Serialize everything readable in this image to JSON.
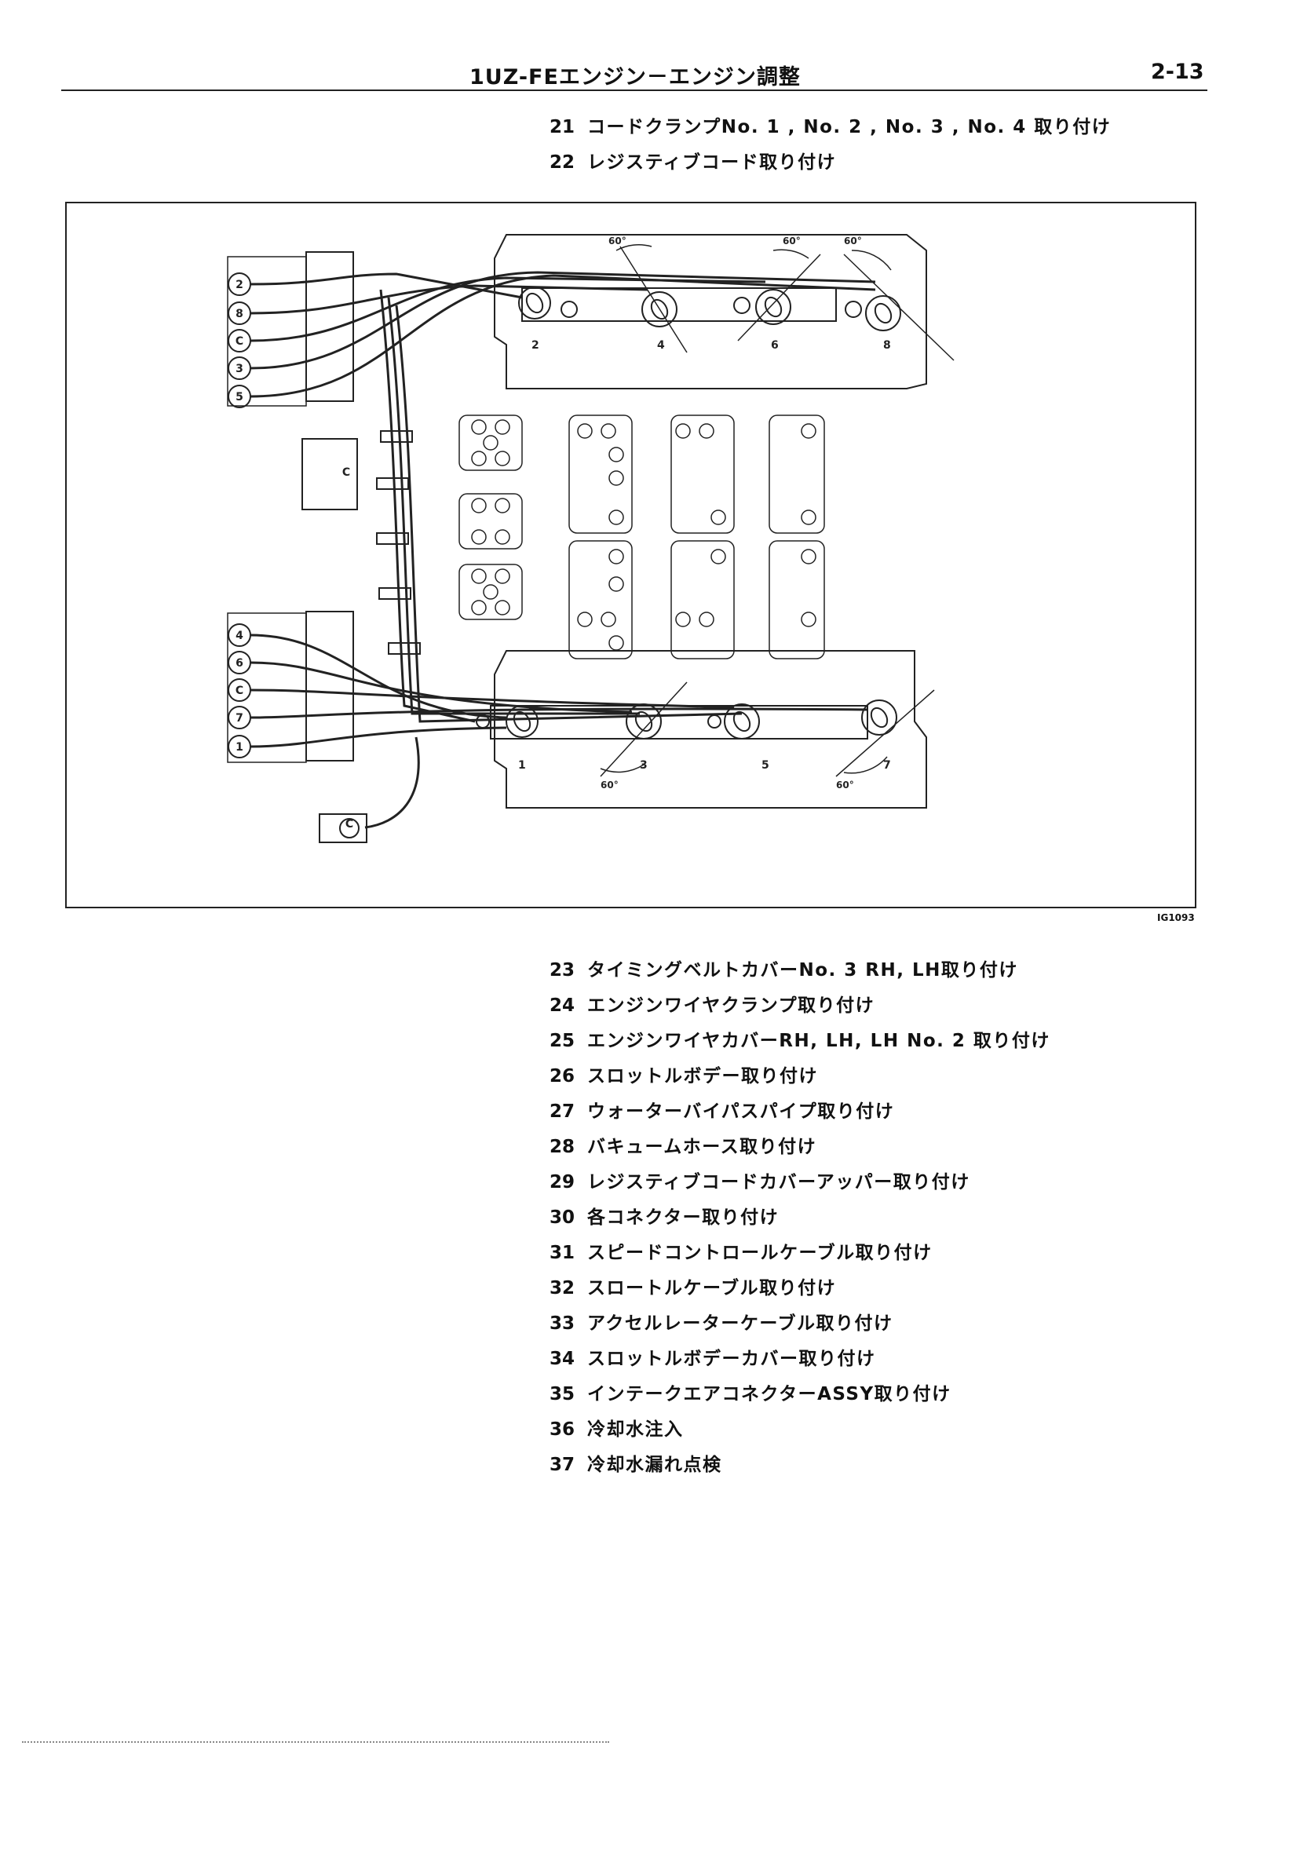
{
  "header": {
    "title": "1UZ-FEエンジン－エンジン調整",
    "page_number": "2-13"
  },
  "steps_top": [
    {
      "num": "21",
      "text": "コードクランプNo. 1 ,  No. 2 ,  No. 3 ,  No. 4 取り付け"
    },
    {
      "num": "22",
      "text": "レジスティブコード取り付け"
    }
  ],
  "figure": {
    "id": "IG1093",
    "angle_label": "60°",
    "cylinder_numbers_top": [
      "2",
      "4",
      "6",
      "8"
    ],
    "cylinder_numbers_bottom": [
      "1",
      "3",
      "5",
      "7"
    ],
    "coil_labels_top": [
      "2",
      "8",
      "C",
      "3",
      "5"
    ],
    "coil_labels_bottom": [
      "4",
      "6",
      "C",
      "7",
      "1"
    ],
    "connector_label": "C"
  },
  "steps_bottom": [
    {
      "num": "23",
      "text": "タイミングベルトカバーNo. 3   RH,  LH取り付け"
    },
    {
      "num": "24",
      "text": "エンジンワイヤクランプ取り付け"
    },
    {
      "num": "25",
      "text": "エンジンワイヤカバーRH,  LH,  LH   No. 2 取り付け"
    },
    {
      "num": "26",
      "text": "スロットルボデー取り付け"
    },
    {
      "num": "27",
      "text": "ウォーターバイパスパイプ取り付け"
    },
    {
      "num": "28",
      "text": "バキュームホース取り付け"
    },
    {
      "num": "29",
      "text": "レジスティブコードカバーアッパー取り付け"
    },
    {
      "num": "30",
      "text": "各コネクター取り付け"
    },
    {
      "num": "31",
      "text": "スピードコントロールケーブル取り付け"
    },
    {
      "num": "32",
      "text": "スロートルケーブル取り付け"
    },
    {
      "num": "33",
      "text": "アクセルレーターケーブル取り付け"
    },
    {
      "num": "34",
      "text": "スロットルボデーカバー取り付け"
    },
    {
      "num": "35",
      "text": "インテークエアコネクターASSY取り付け"
    },
    {
      "num": "36",
      "text": "冷却水注入"
    },
    {
      "num": "37",
      "text": "冷却水漏れ点検"
    }
  ]
}
